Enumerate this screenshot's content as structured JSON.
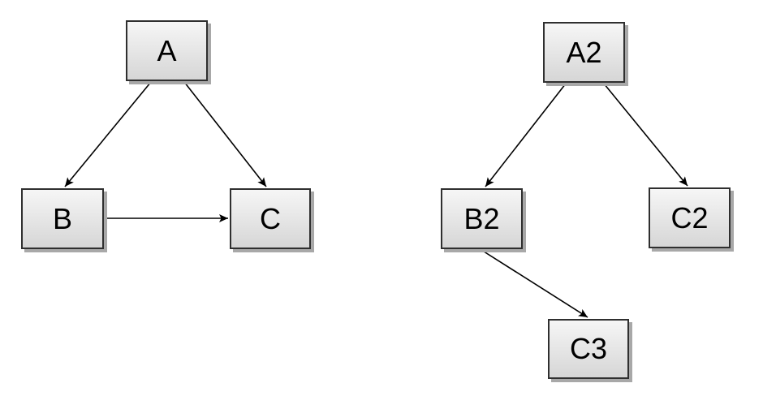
{
  "diagram": {
    "left_graph": {
      "nodes": [
        {
          "id": "A",
          "label": "A"
        },
        {
          "id": "B",
          "label": "B"
        },
        {
          "id": "C",
          "label": "C"
        }
      ],
      "edges": [
        {
          "from": "A",
          "to": "B"
        },
        {
          "from": "A",
          "to": "C"
        },
        {
          "from": "B",
          "to": "C"
        }
      ]
    },
    "right_graph": {
      "nodes": [
        {
          "id": "A2",
          "label": "A2"
        },
        {
          "id": "B2",
          "label": "B2"
        },
        {
          "id": "C2",
          "label": "C2"
        },
        {
          "id": "C3",
          "label": "C3"
        }
      ],
      "edges": [
        {
          "from": "A2",
          "to": "B2"
        },
        {
          "from": "A2",
          "to": "C2"
        },
        {
          "from": "B2",
          "to": "C3"
        }
      ]
    },
    "colors": {
      "background": "#ffffff",
      "node_border": "#2f2f2f",
      "node_fill_top": "#f6f6f6",
      "node_fill_bottom": "#d6d6d6",
      "node_shadow": "#a8a8a8",
      "edge": "#000000",
      "label": "#000000"
    }
  }
}
